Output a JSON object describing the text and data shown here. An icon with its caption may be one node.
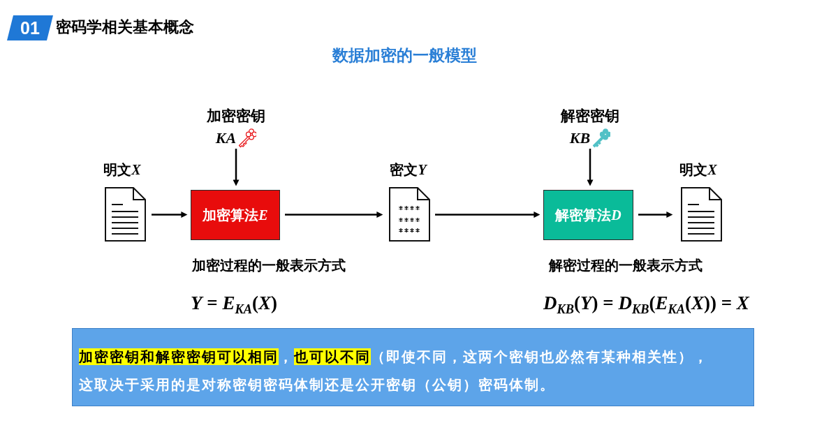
{
  "diagram": {
    "title": "数据加密的一般模型",
    "nodes": [
      {
        "text": [
          "01"
        ],
        "beside": [
          "密码学相关基本概念"
        ]
      },
      {
        "text": [
          "加密密钥",
          "KA"
        ]
      },
      {
        "text": [
          "解密密钥",
          "KB"
        ]
      },
      {
        "text": [
          "明文X"
        ]
      },
      {
        "text": [
          "加密算法E"
        ]
      },
      {
        "text": [
          "密文Y"
        ]
      },
      {
        "text": [
          "解密算法D"
        ]
      },
      {
        "text": [
          "明文X"
        ]
      },
      {
        "text": [
          "**加密密钥和解密密钥可以相同**，**也可以不同**（即使不同，这两个密钥也必然有某种相关性），这取决于采用的是对称密钥密码体制还是公开密钥（公钥）密码体制。"
        ]
      }
    ],
    "edges": [
      {
        "from": 3,
        "to": 4,
        "arrow": "to"
      },
      {
        "from": 1,
        "to": 4,
        "arrow": "to"
      },
      {
        "from": 4,
        "to": 5,
        "arrow": "to"
      },
      {
        "from": 5,
        "to": 6,
        "arrow": "to"
      },
      {
        "from": 2,
        "to": 6,
        "arrow": "to"
      },
      {
        "from": 6,
        "to": 7,
        "arrow": "to"
      }
    ],
    "labels": [
      "加密过程的一般表示方式",
      "*Y* = *E*$_{KA}$(*X*)",
      "解密过程的一般表示方式",
      "*D*$_{KB}$(*Y*) = *D*$_{KB}$(*E*$_{KA}$(*X*)) = *X*"
    ]
  }
}
